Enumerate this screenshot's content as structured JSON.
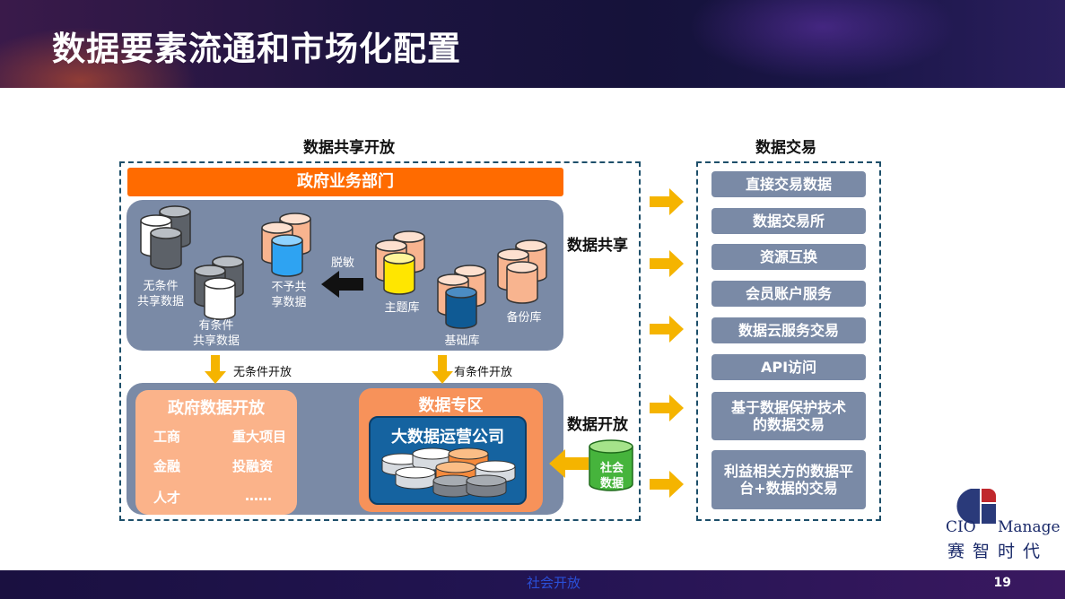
{
  "header": {
    "title": "数据要素流通和市场化配置"
  },
  "sections": {
    "sharing_title": "数据共享开放",
    "trade_title": "数据交易"
  },
  "gov_dept": "政府业务部门",
  "top_panel": {
    "unconditional": [
      "无条件",
      "共享数据"
    ],
    "conditional": [
      "有条件",
      "共享数据"
    ],
    "not_shared": [
      "不予共",
      "享数据"
    ],
    "desensitize": "脱敏",
    "theme_db": "主题库",
    "base_db": "基础库",
    "backup_db": "备份库"
  },
  "flows": {
    "unconditional_open": "无条件开放",
    "conditional_open": "有条件开放"
  },
  "gov_open": {
    "title": "政府数据开放",
    "items": [
      "工商",
      "重大项目",
      "金融",
      "投融资",
      "人才",
      "……"
    ]
  },
  "zone": {
    "title": "数据专区",
    "company": "大数据运营公司"
  },
  "social": [
    "社会",
    "数据"
  ],
  "side_labels": {
    "share": "数据共享",
    "open": "数据开放"
  },
  "trade": {
    "items": [
      "直接交易数据",
      "数据交易所",
      "资源互换",
      "会员账户服务",
      "数据云服务交易",
      "API访问",
      "基于数据保护技术的数据交易",
      "利益相关方的数据平台+数据的交易"
    ]
  },
  "logo": {
    "cio": "CIO",
    "manage": "Manage",
    "cn": "赛智时代"
  },
  "footer": {
    "center": "社会开放",
    "page_number": "19"
  },
  "colors": {
    "orange": "#ff6b00",
    "panel": "#7a8aa6",
    "arrow": "#f5b400",
    "dash": "#1d4f6a"
  }
}
